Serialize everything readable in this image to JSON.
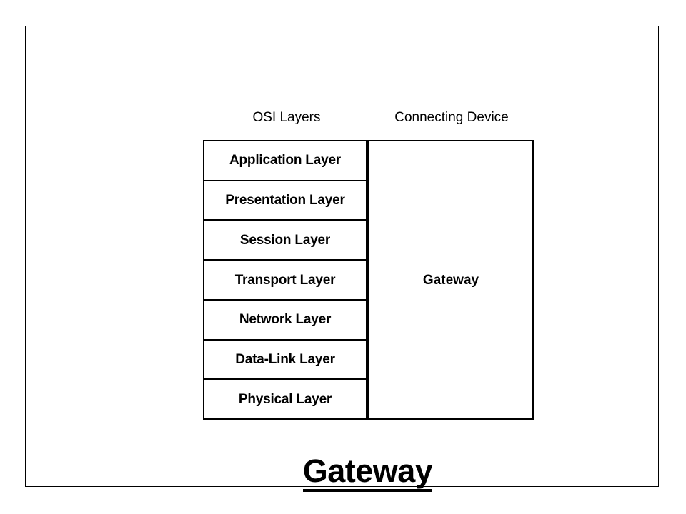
{
  "slide": {
    "background_color": "#ffffff",
    "border_color": "#000000"
  },
  "headings": {
    "left": "OSI Layers",
    "right": "Connecting Device"
  },
  "osi_layers": [
    {
      "label": "Application Layer"
    },
    {
      "label": "Presentation Layer"
    },
    {
      "label": "Session Layer"
    },
    {
      "label": "Transport Layer"
    },
    {
      "label": "Network Layer"
    },
    {
      "label": "Data-Link Layer"
    },
    {
      "label": "Physical Layer"
    }
  ],
  "connecting_device": {
    "label": "Gateway"
  },
  "bottom_title": {
    "text": "Gateway"
  }
}
